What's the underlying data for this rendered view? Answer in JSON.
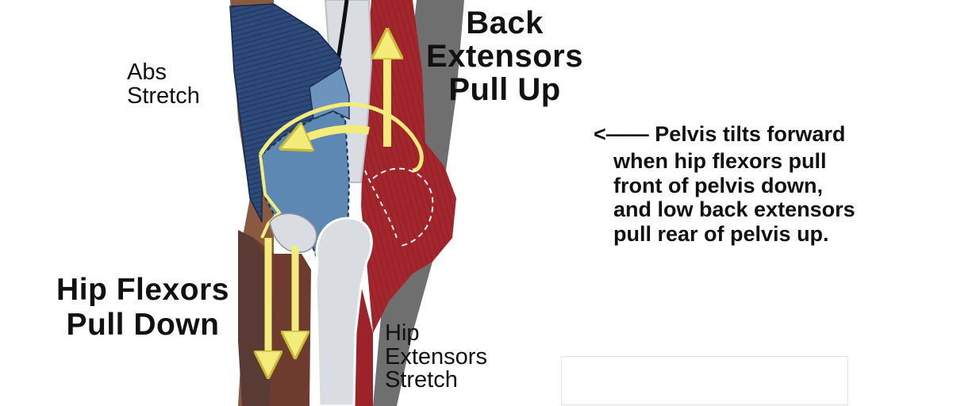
{
  "labels": {
    "back_extensors": "Back\nExtensors\nPull Up",
    "abs_stretch": "Abs\nStretch",
    "hip_flexors": "Hip Flexors\nPull Down",
    "hip_extensors": "Hip\nExtensors\nStretch",
    "pelvis_note_arrow": "<—— Pelvis tilts forward",
    "pelvis_note_body": "when hip flexors pull\nfront of pelvis down,\nand low back extensors\npull rear of pelvis up."
  },
  "colors": {
    "abs_blue": "#2e4a7a",
    "muscle_red": "#a3262d",
    "bone_gray": "#d9dde2",
    "skin_brown": "#8a5a40",
    "arrow_yellow": "#f3ec7a",
    "pelvis_blue": "#5d88b3"
  },
  "icons": {
    "arrow_up": "yellow-arrow-up-icon",
    "arrow_down": "yellow-arrow-down-icon",
    "arrow_curve": "yellow-curved-arrow-icon"
  }
}
